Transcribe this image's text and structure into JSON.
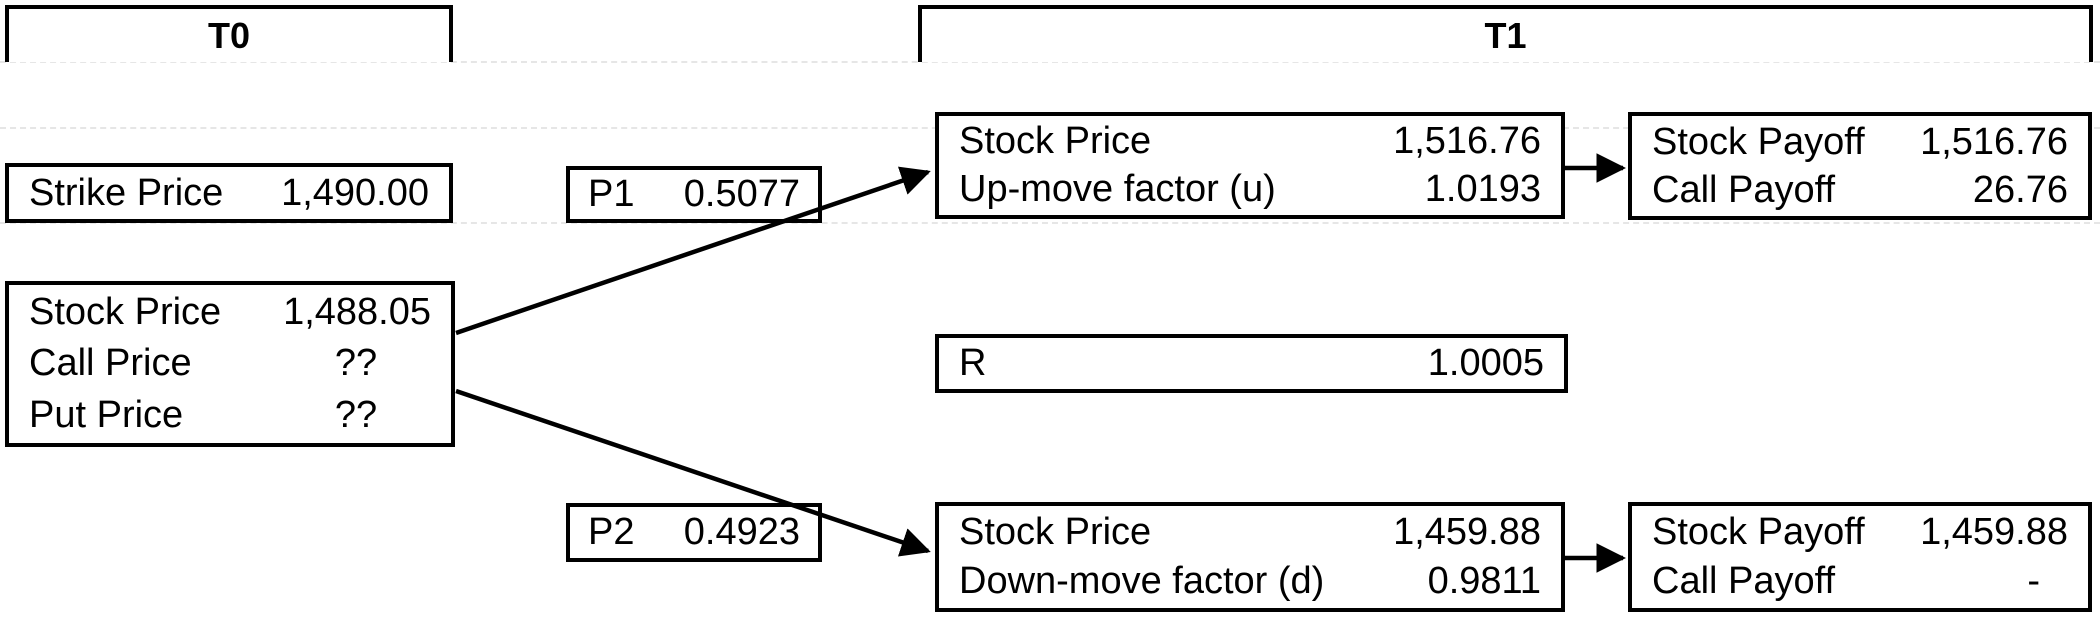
{
  "headers": {
    "t0": "T0",
    "t1": "T1"
  },
  "boxes": {
    "strike": {
      "label": "Strike Price",
      "value": "1,490.00"
    },
    "t0_node": {
      "rows": [
        {
          "label": "Stock Price",
          "value": "1,488.05"
        },
        {
          "label": "Call Price",
          "value": "??"
        },
        {
          "label": "Put Price",
          "value": "??"
        }
      ]
    },
    "p1": {
      "label": "P1",
      "value": "0.5077"
    },
    "p2": {
      "label": "P2",
      "value": "0.4923"
    },
    "up_node": {
      "rows": [
        {
          "label": "Stock Price",
          "value": "1,516.76"
        },
        {
          "label": "Up-move factor (u)",
          "value": "1.0193"
        }
      ]
    },
    "r": {
      "label": "R",
      "value": "1.0005"
    },
    "down_node": {
      "rows": [
        {
          "label": "Stock Price",
          "value": "1,459.88"
        },
        {
          "label": "Down-move factor (d)",
          "value": "0.9811"
        }
      ]
    },
    "up_payoff": {
      "rows": [
        {
          "label": "Stock Payoff",
          "value": "1,516.76"
        },
        {
          "label": "Call Payoff",
          "value": "26.76"
        }
      ]
    },
    "down_payoff": {
      "rows": [
        {
          "label": "Stock Payoff",
          "value": "1,459.88"
        },
        {
          "label": "Call Payoff",
          "value": "-"
        }
      ]
    }
  },
  "colors": {
    "border": "#000000",
    "text": "#000000",
    "background": "#ffffff",
    "gridline": "#e6e6e6"
  }
}
